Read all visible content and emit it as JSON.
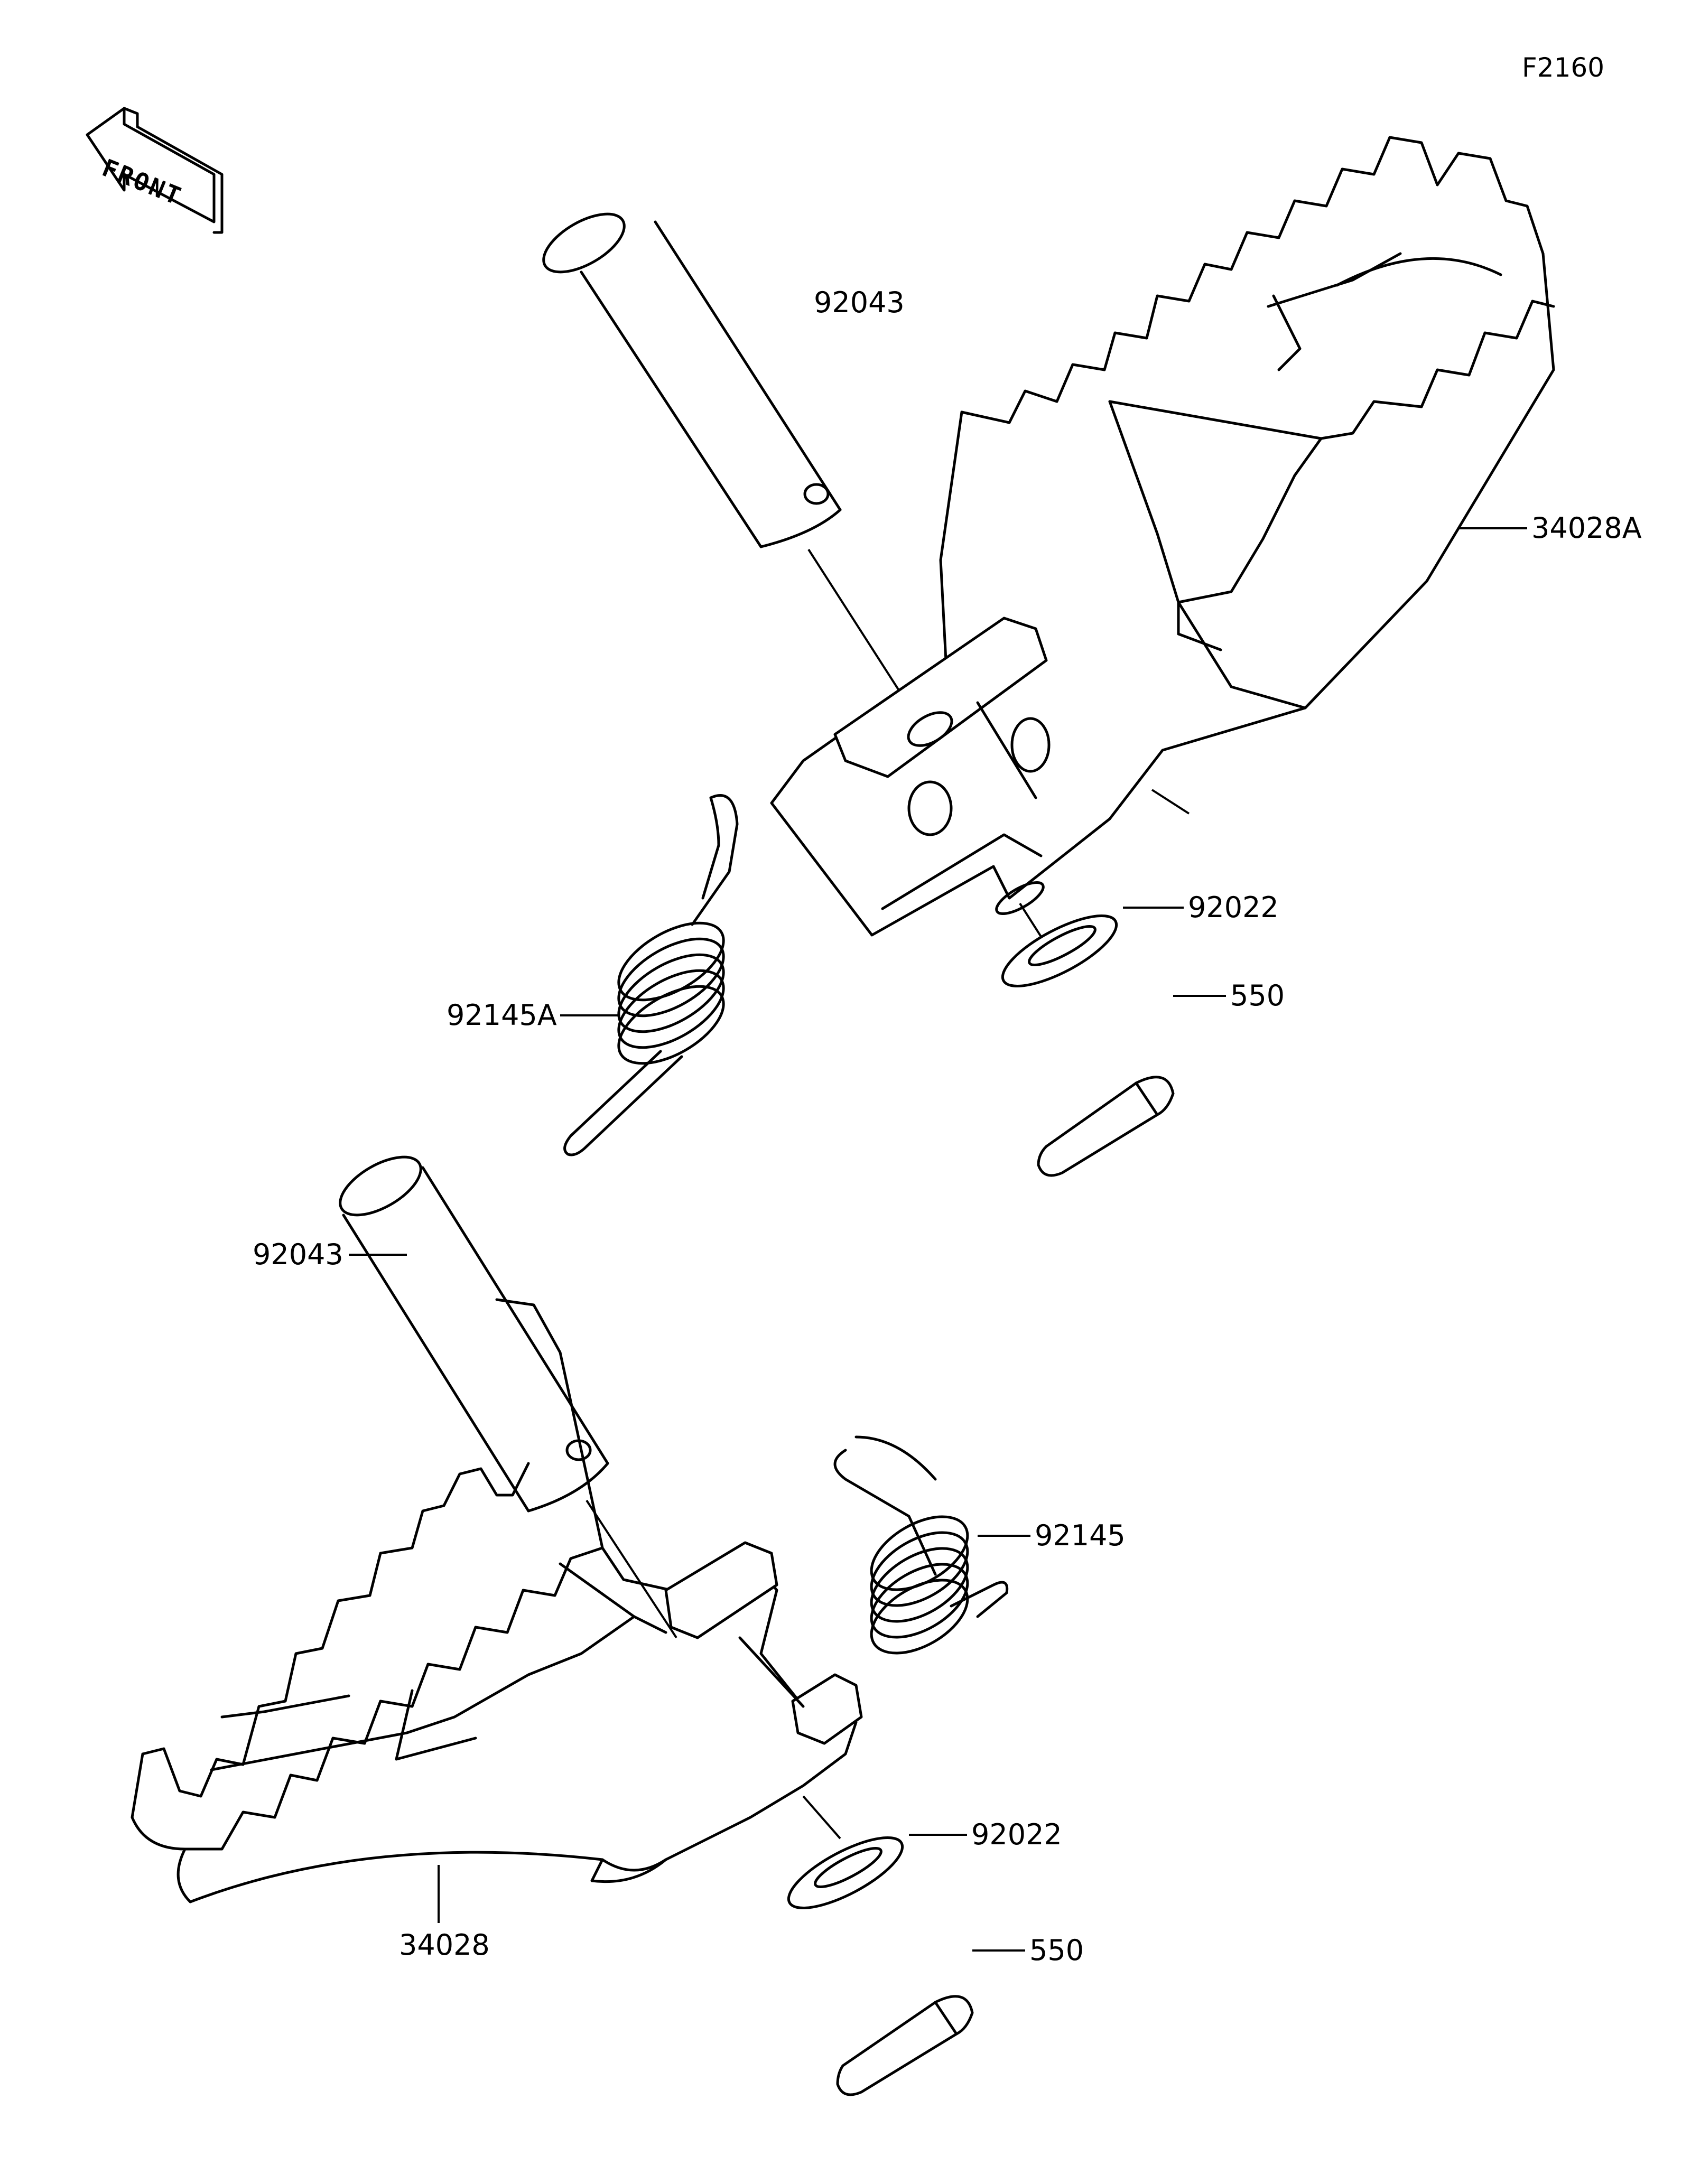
{
  "diagram_code": "F2160",
  "direction_label": "FRONT",
  "callouts": {
    "pin_upper": "92043",
    "footpeg_upper": "34028A",
    "washer_upper": "92022",
    "cotter_upper": "550",
    "spring_upper": "92145A",
    "pin_lower": "92043",
    "spring_lower": "92145",
    "washer_lower": "92022",
    "cotter_lower": "550",
    "footpeg_lower": "34028"
  }
}
